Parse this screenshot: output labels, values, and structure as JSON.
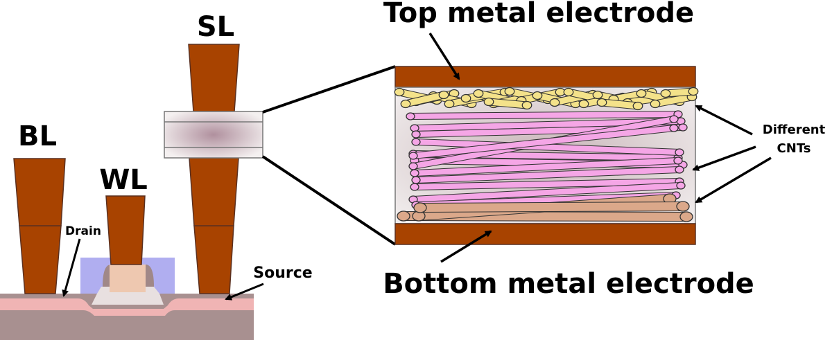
{
  "labels": {
    "sl": "SL",
    "bl": "BL",
    "wl": "WL",
    "drain": "Drain",
    "source": "Source",
    "top_electrode": "Top metal electrode",
    "bottom_electrode": "Bottom metal electrode",
    "cnts_line1": "Different",
    "cnts_line2": "CNTs"
  },
  "colors": {
    "metal": "#a84300",
    "substrate": "#a89090",
    "diffusion": "#f0b4b4",
    "gate_oxide": "#e8e0e0",
    "spacer": "#b0aef0",
    "gate": "#eec8b0",
    "cnt_yellow": "#f4e28a",
    "cnt_pink": "#f5a6e6",
    "cnt_tan": "#dba88a",
    "box_fill": "#e6dede"
  }
}
